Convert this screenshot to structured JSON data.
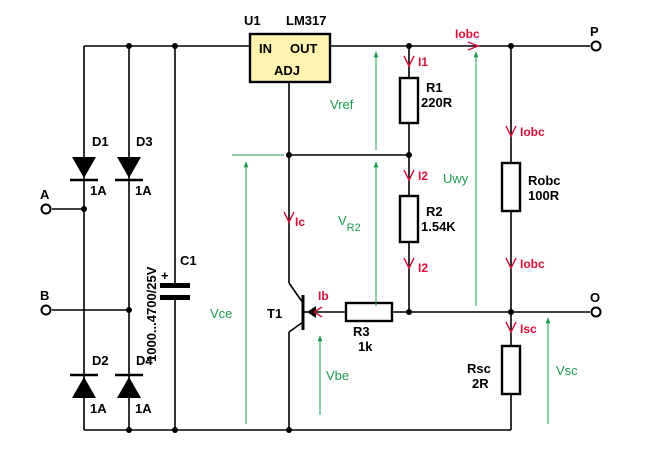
{
  "title": "",
  "colors": {
    "wire": "#000000",
    "voltage_label": "#1f9a4f",
    "current_label": "#d6103a",
    "regulator_fill": "#fff3b0"
  },
  "regulator": {
    "ref": "U1",
    "part": "LM317",
    "pin_in": "IN",
    "pin_out": "OUT",
    "pin_adj": "ADJ"
  },
  "diodes": [
    {
      "ref": "D1",
      "rating": "1A"
    },
    {
      "ref": "D3",
      "rating": "1A"
    },
    {
      "ref": "D2",
      "rating": "1A"
    },
    {
      "ref": "D4",
      "rating": "1A"
    }
  ],
  "capacitor": {
    "ref": "C1",
    "value": "1000...4700/25V",
    "polarity": "+"
  },
  "resistors": {
    "r1": {
      "ref": "R1",
      "value": "220R"
    },
    "r2": {
      "ref": "R2",
      "value": "1.54K"
    },
    "r3": {
      "ref": "R3",
      "value": "1k"
    },
    "robc": {
      "ref": "Robc",
      "value": "100R"
    },
    "rsc": {
      "ref": "Rsc",
      "value": "2R"
    }
  },
  "transistor": {
    "ref": "T1"
  },
  "terminals": {
    "a": "A",
    "b": "B",
    "p": "P",
    "o": "O"
  },
  "voltages": {
    "vref": "Vref",
    "vr2_main": "V",
    "vr2_sub": "R2",
    "uwy": "Uwy",
    "vce": "Vce",
    "vbe": "Vbe",
    "vsc": "Vsc"
  },
  "currents": {
    "iobc": "Iobc",
    "i1": "I1",
    "i2": "I2",
    "ic": "Ic",
    "ib": "Ib",
    "isc": "Isc"
  }
}
